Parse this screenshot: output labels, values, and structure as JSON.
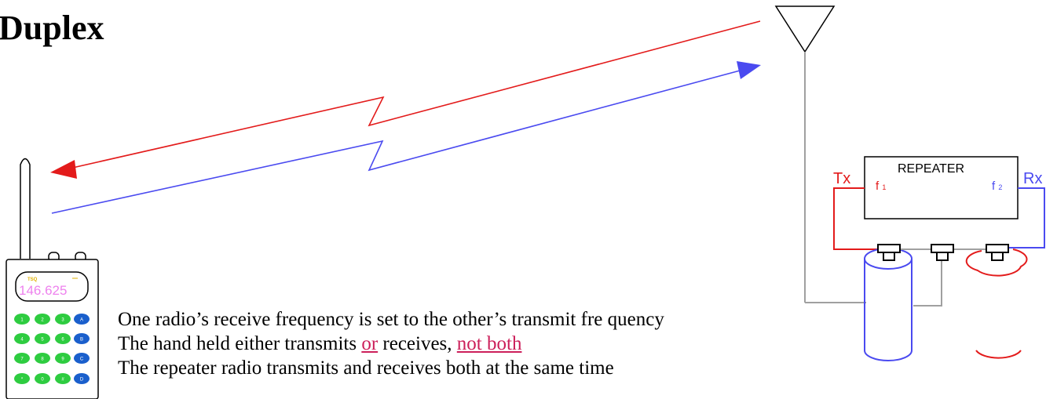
{
  "title": "Duplex",
  "bullets": {
    "line1": "One radio’s receive frequency is set to the other’s transmit fre quency",
    "line2_a": "The hand held either transmits ",
    "line2_or": "or",
    "line2_b": " receives, ",
    "line2_notboth": "not both",
    "line3": "The repeater radio transmits and receives both at the same time"
  },
  "repeater": {
    "label": "REPEATER",
    "tx_label": "Tx",
    "rx_label": "Rx",
    "f1": "f",
    "f1_sub": "1",
    "f2": "f",
    "f2_sub": "2"
  },
  "handheld": {
    "display_freq": "146.625",
    "display_mode": "TSQ",
    "keys": [
      "1",
      "2",
      "3",
      "A",
      "4",
      "5",
      "6",
      "B",
      "7",
      "8",
      "9",
      "C",
      "*",
      "0",
      "#",
      "D"
    ]
  },
  "colors": {
    "tx": "#e31b1b",
    "rx": "#4a4af0",
    "feedline": "#a0a0a0",
    "highlight": "#cc1f5a",
    "key_green": "#2ecc40",
    "key_blue": "#1a5fcc"
  }
}
